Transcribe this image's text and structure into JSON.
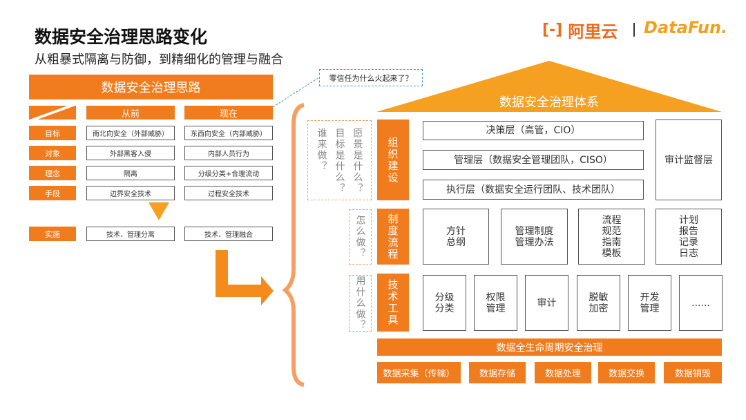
{
  "title": "数据安全治理思路变化",
  "subtitle": "从粗暴式隔离与防御，到精细化的管理与融合",
  "logos": {
    "aliyun": "阿里云",
    "datafun": "DataFun."
  },
  "left": {
    "banner": "数据安全治理思路",
    "col_before": "从前",
    "col_now": "现在",
    "rows": [
      {
        "label": "目标",
        "before": "南北向安全（外部威胁）",
        "now": "东西向安全（内部威胁）"
      },
      {
        "label": "对象",
        "before": "外部黑客入侵",
        "now": "内部人员行为"
      },
      {
        "label": "理念",
        "before": "隔离",
        "now": "分级分类+合理流动"
      },
      {
        "label": "手段",
        "before": "边界安全技术",
        "now": "过程安全技术"
      }
    ],
    "impl": {
      "label": "实施",
      "before": "技术、管理分离",
      "now": "技术、管理融合"
    }
  },
  "callout": "零信任为什么火起来了？",
  "right": {
    "title": "数据安全治理体系",
    "questions": {
      "org": [
        "谁来做？",
        "目标是什么？",
        "愿景是什么？"
      ],
      "process": "怎么做？",
      "tools": "用什么做？"
    },
    "sections": {
      "org": "组织建设",
      "process": "制度流程",
      "tools": "技术工具"
    },
    "org_layers": [
      "决策层（高管，CIO）",
      "管理层（数据安全管理团队，CISO）",
      "执行层（数据安全运行团队、技术团队）"
    ],
    "audit": "审计监督层",
    "process_items": [
      "方针\n总纲",
      "管理制度\n管理办法",
      "流程\n规范\n指南\n模板",
      "计划\n报告\n记录\n日志"
    ],
    "tool_items": [
      "分级\n分类",
      "权限\n管理",
      "审计",
      "脱敏\n加密",
      "开发\n管理",
      "......"
    ],
    "lifecycle": "数据全生命周期安全治理",
    "stages": [
      "数据采集（传输）",
      "数据存储",
      "数据处理",
      "数据交换",
      "数据销毁"
    ]
  }
}
